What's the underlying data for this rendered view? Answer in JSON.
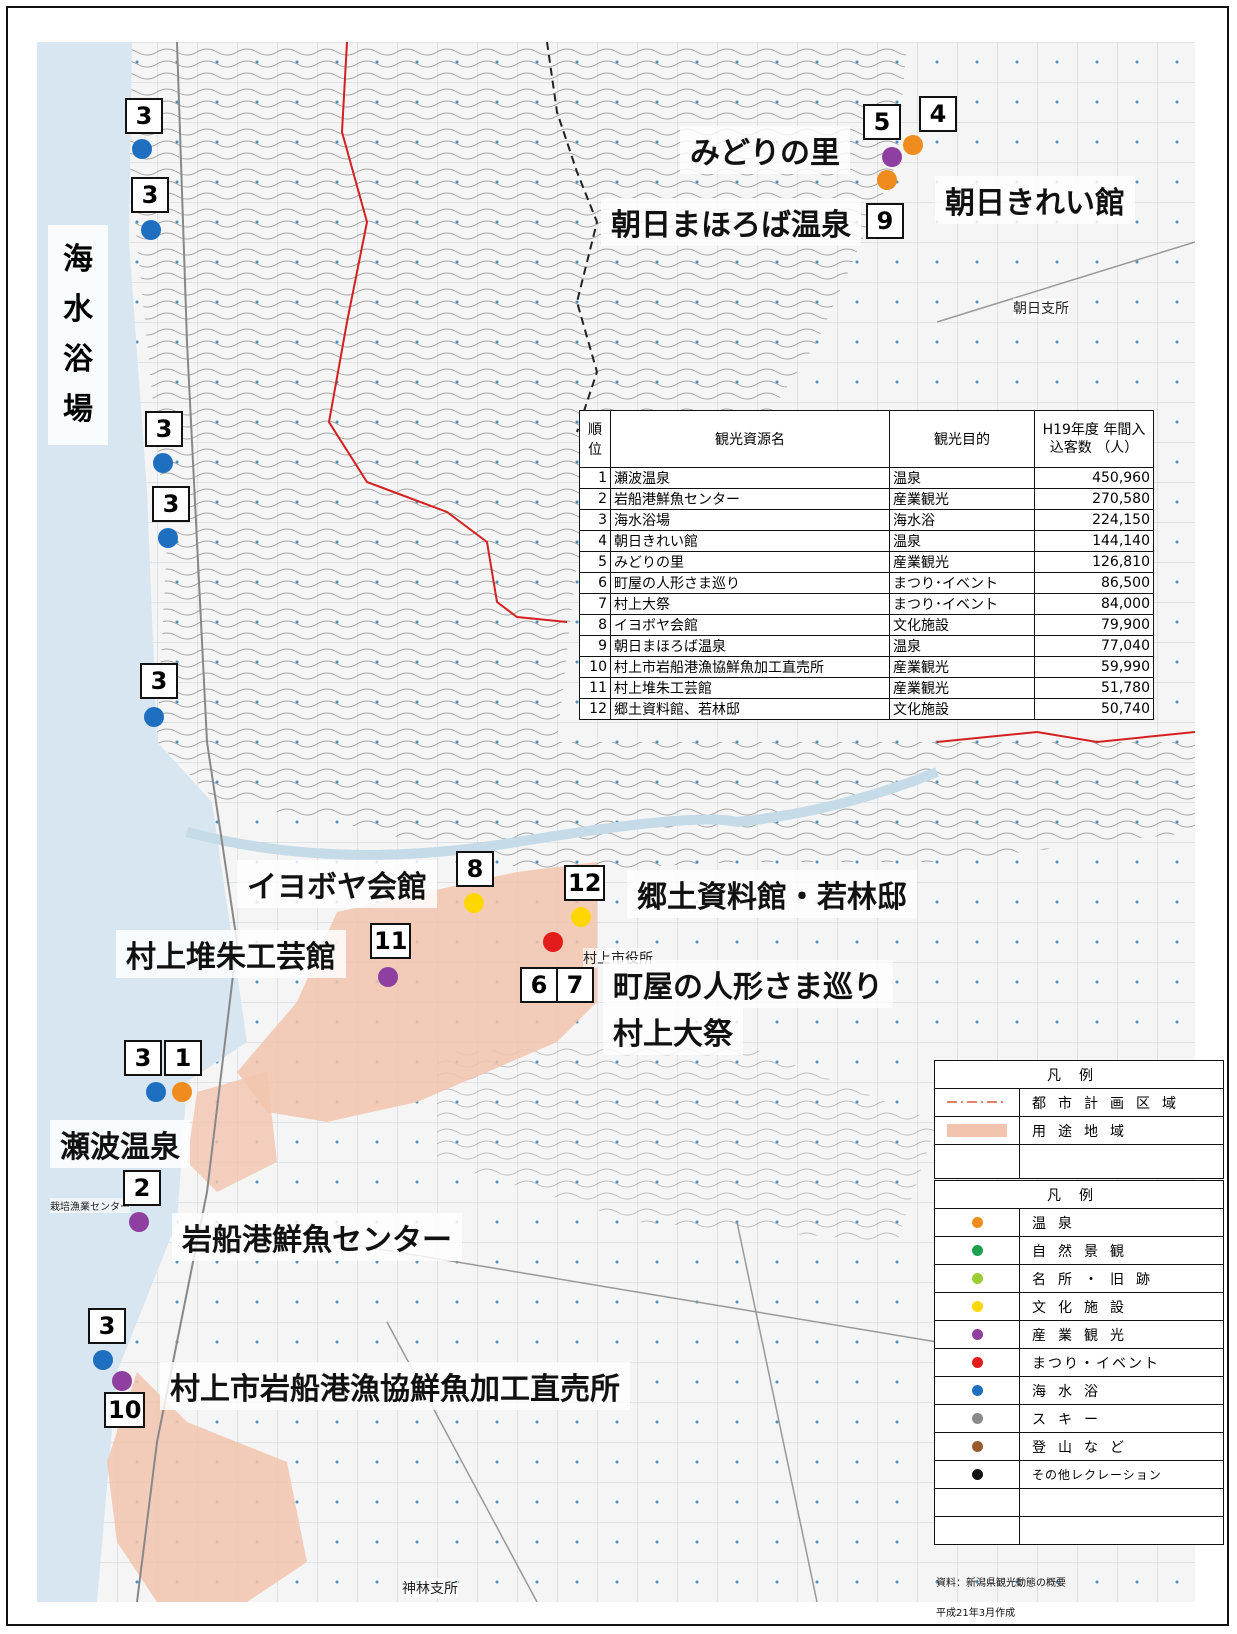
{
  "map_labels": {
    "kaisui_vertical": [
      "海",
      "水",
      "浴",
      "場"
    ],
    "midori": "みどりの里",
    "asahi_kirei": "朝日きれい館",
    "asahi_mahoroba": "朝日まほろば温泉",
    "iyoboya": "イヨボヤ会館",
    "kyodo": "郷土資料館・若林邸",
    "tsuishu": "村上堆朱工芸館",
    "machiya": "町屋の人形さま巡り",
    "taisai": "村上大祭",
    "senami": "瀬波温泉",
    "iwafune": "岩船港鮮魚センター",
    "gyokyo": "村上市岩船港漁協鮮魚加工直売所"
  },
  "place_names": {
    "asahi_branch": "朝日支所",
    "kanbayashi_branch": "神林支所",
    "murakami_office": "村上市役所",
    "saibai": "栽培漁業センター"
  },
  "number_tags": {
    "t1": "1",
    "t2": "2",
    "t3": "3",
    "t4": "4",
    "t5": "5",
    "t6": "6",
    "t7": "7",
    "t8": "8",
    "t9": "9",
    "t10": "10",
    "t11": "11",
    "t12": "12"
  },
  "colors": {
    "onsen": "#f08c1e",
    "shizen": "#1ea050",
    "meisho": "#9acd32",
    "bunka": "#ffd700",
    "sangyo": "#8e3fa0",
    "matsuri": "#e21b1b",
    "kaisui": "#1f6fc0",
    "ski": "#8a8a8a",
    "tozan": "#9b5a2e",
    "other": "#111111",
    "youto": "#f2c4ae",
    "toshikeikaku": "#e8806a"
  },
  "ranking_table": {
    "header_rank": "順位",
    "header_name": "観光資源名",
    "header_purpose": "観光目的",
    "header_count": "H19年度 年間入込客数 （人）",
    "rows": [
      {
        "rank": "1",
        "name": "瀬波温泉",
        "purpose": "温泉",
        "count": "450,960"
      },
      {
        "rank": "2",
        "name": "岩船港鮮魚センター",
        "purpose": "産業観光",
        "count": "270,580"
      },
      {
        "rank": "3",
        "name": "海水浴場",
        "purpose": "海水浴",
        "count": "224,150"
      },
      {
        "rank": "4",
        "name": "朝日きれい館",
        "purpose": "温泉",
        "count": "144,140"
      },
      {
        "rank": "5",
        "name": "みどりの里",
        "purpose": "産業観光",
        "count": "126,810"
      },
      {
        "rank": "6",
        "name": "町屋の人形さま巡り",
        "purpose": "まつり･イベント",
        "count": "86,500"
      },
      {
        "rank": "7",
        "name": "村上大祭",
        "purpose": "まつり･イベント",
        "count": "84,000"
      },
      {
        "rank": "8",
        "name": "イヨボヤ会館",
        "purpose": "文化施設",
        "count": "79,900"
      },
      {
        "rank": "9",
        "name": "朝日まほろば温泉",
        "purpose": "温泉",
        "count": "77,040"
      },
      {
        "rank": "10",
        "name": "村上市岩船港漁協鮮魚加工直売所",
        "purpose": "産業観光",
        "count": "59,990"
      },
      {
        "rank": "11",
        "name": "村上堆朱工芸館",
        "purpose": "産業観光",
        "count": "51,780"
      },
      {
        "rank": "12",
        "name": "郷土資料館、若林邸",
        "purpose": "文化施設",
        "count": "50,740"
      }
    ]
  },
  "legend1": {
    "title": "凡例",
    "items": [
      "都市計画区域",
      "用途地域"
    ]
  },
  "legend2": {
    "title": "凡例",
    "items": [
      "温泉",
      "自然景観",
      "名所・旧跡",
      "文化施設",
      "産業観光",
      "まつり・イベント",
      "海水浴",
      "スキー",
      "登山など",
      "その他レクレーション"
    ]
  },
  "notes": {
    "source": "資料：新潟県観光動態の概要",
    "date": "平成21年3月作成"
  }
}
